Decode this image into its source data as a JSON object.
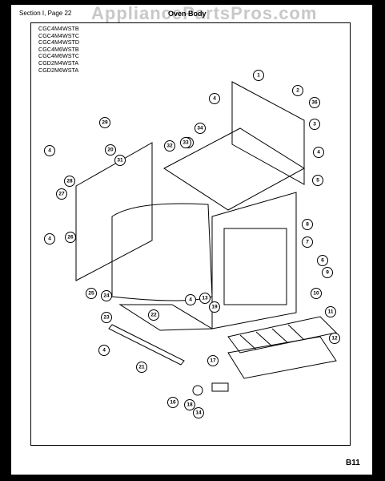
{
  "header": {
    "section": "Section I, Page 22",
    "title": "Oven Body",
    "watermark": "AppliancePartsPros.com"
  },
  "models": [
    "CGC4M4WSTB",
    "CGC4M4WSTC",
    "CGC4M4WSTD",
    "CGC4M6WSTB",
    "CGC4M6WSTC",
    "CGD2M4WSTA",
    "CGD2M6WSTA"
  ],
  "page_number": "B11",
  "callouts": [
    "1",
    "2",
    "3",
    "4",
    "5",
    "6",
    "7",
    "8",
    "9",
    "10",
    "11",
    "12",
    "13",
    "14",
    "16",
    "17",
    "18",
    "19",
    "20",
    "21",
    "22",
    "23",
    "24",
    "25",
    "26",
    "27",
    "28",
    "29",
    "30",
    "31",
    "32",
    "33",
    "34",
    "36"
  ]
}
